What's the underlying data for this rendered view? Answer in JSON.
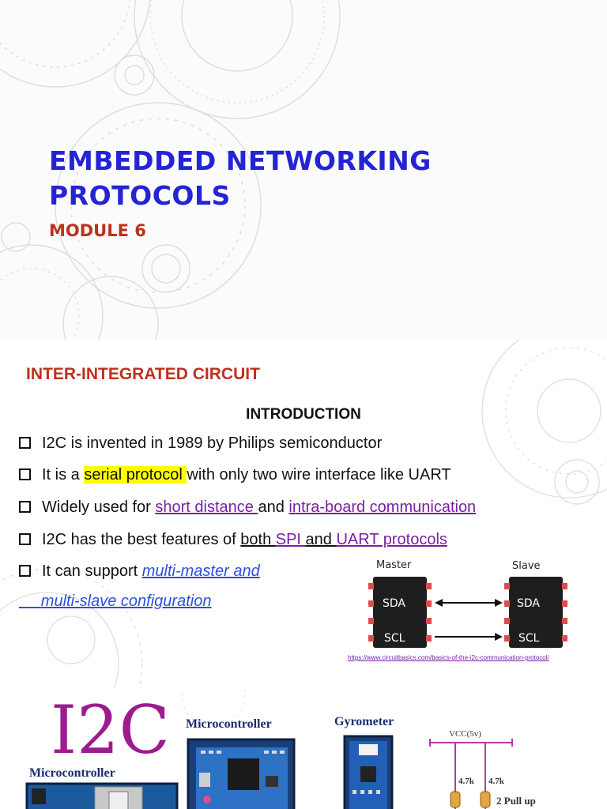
{
  "slide1": {
    "title_line1": "EMBEDDED NETWORKING",
    "title_line2": "PROTOCOLS",
    "subtitle": "MODULE 6"
  },
  "slide2": {
    "title": "INTER-INTEGRATED CIRCUIT",
    "heading": "INTRODUCTION",
    "bullets": {
      "b1": "I2C is invented in 1989 by Philips semiconductor",
      "b2_pre": "It is a ",
      "b2_hl": "serial protocol ",
      "b2_post": "with only two wire interface like UART",
      "b3_pre": "Widely used for ",
      "b3_link1": "short distance ",
      "b3_mid": "and ",
      "b3_link2": "intra-board communication",
      "b4_pre": "I2C has the best features of ",
      "b4_u1": "both ",
      "b4_link1": "SPI ",
      "b4_u2": "and ",
      "b4_link2": "UART protocols",
      "b5_pre": "It can support ",
      "b5_link": "multi-master and",
      "b5_cont": "multi-slave configuration"
    },
    "diagram": {
      "master_label": "Master",
      "slave_label": "Slave",
      "sda": "SDA",
      "scl": "SCL"
    },
    "source_url": "https://www.circuitbasics.com/basics-of-the-i2c-communication-protocol/"
  },
  "slide3": {
    "logo_text": "I2C",
    "label_mc_left": "Microcontroller",
    "label_mc_center": "Microcontroller",
    "label_gyro": "Gyrometer",
    "vcc": "VCC(5v)",
    "res1": "4.7k",
    "res2": "4.7k",
    "pullup": "2 Pull up"
  },
  "colors": {
    "title_blue": "#2424d6",
    "subtitle_red": "#c0301d",
    "link_purple": "#7a1fa2",
    "link_blue": "#2b4fe0",
    "logo_magenta": "#9c1b8e",
    "highlight": "#ffff00"
  }
}
